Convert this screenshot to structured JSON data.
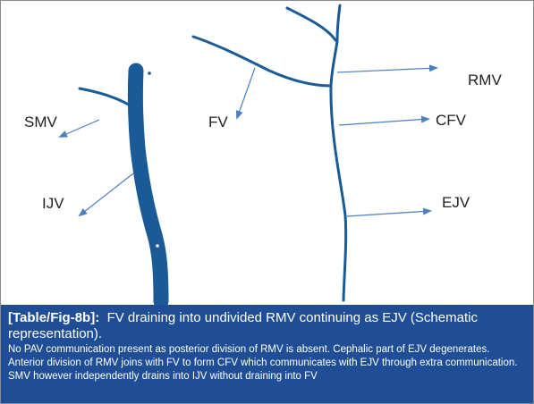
{
  "diagram": {
    "labels": {
      "smv": "SMV",
      "ijv": "IJV",
      "fv": "FV",
      "rmv": "RMV",
      "cfv": "CFV",
      "ejv": "EJV"
    },
    "colors": {
      "vessel": "#1a5a96",
      "arrow": "#4a7fc0",
      "caption_bg": "#1f4e96",
      "text": "#222222"
    }
  },
  "caption": {
    "tag": "[Table/Fig-8b]:",
    "title": "FV draining into undivided RMV continuing as EJV (Schematic representation).",
    "description": "No PAV communication present as posterior division of RMV is absent. Cephalic part of EJV degenerates. Anterior division of RMV joins with FV to form CFV which communicates with EJV through extra communication. SMV however independently drains into IJV without draining into FV"
  }
}
